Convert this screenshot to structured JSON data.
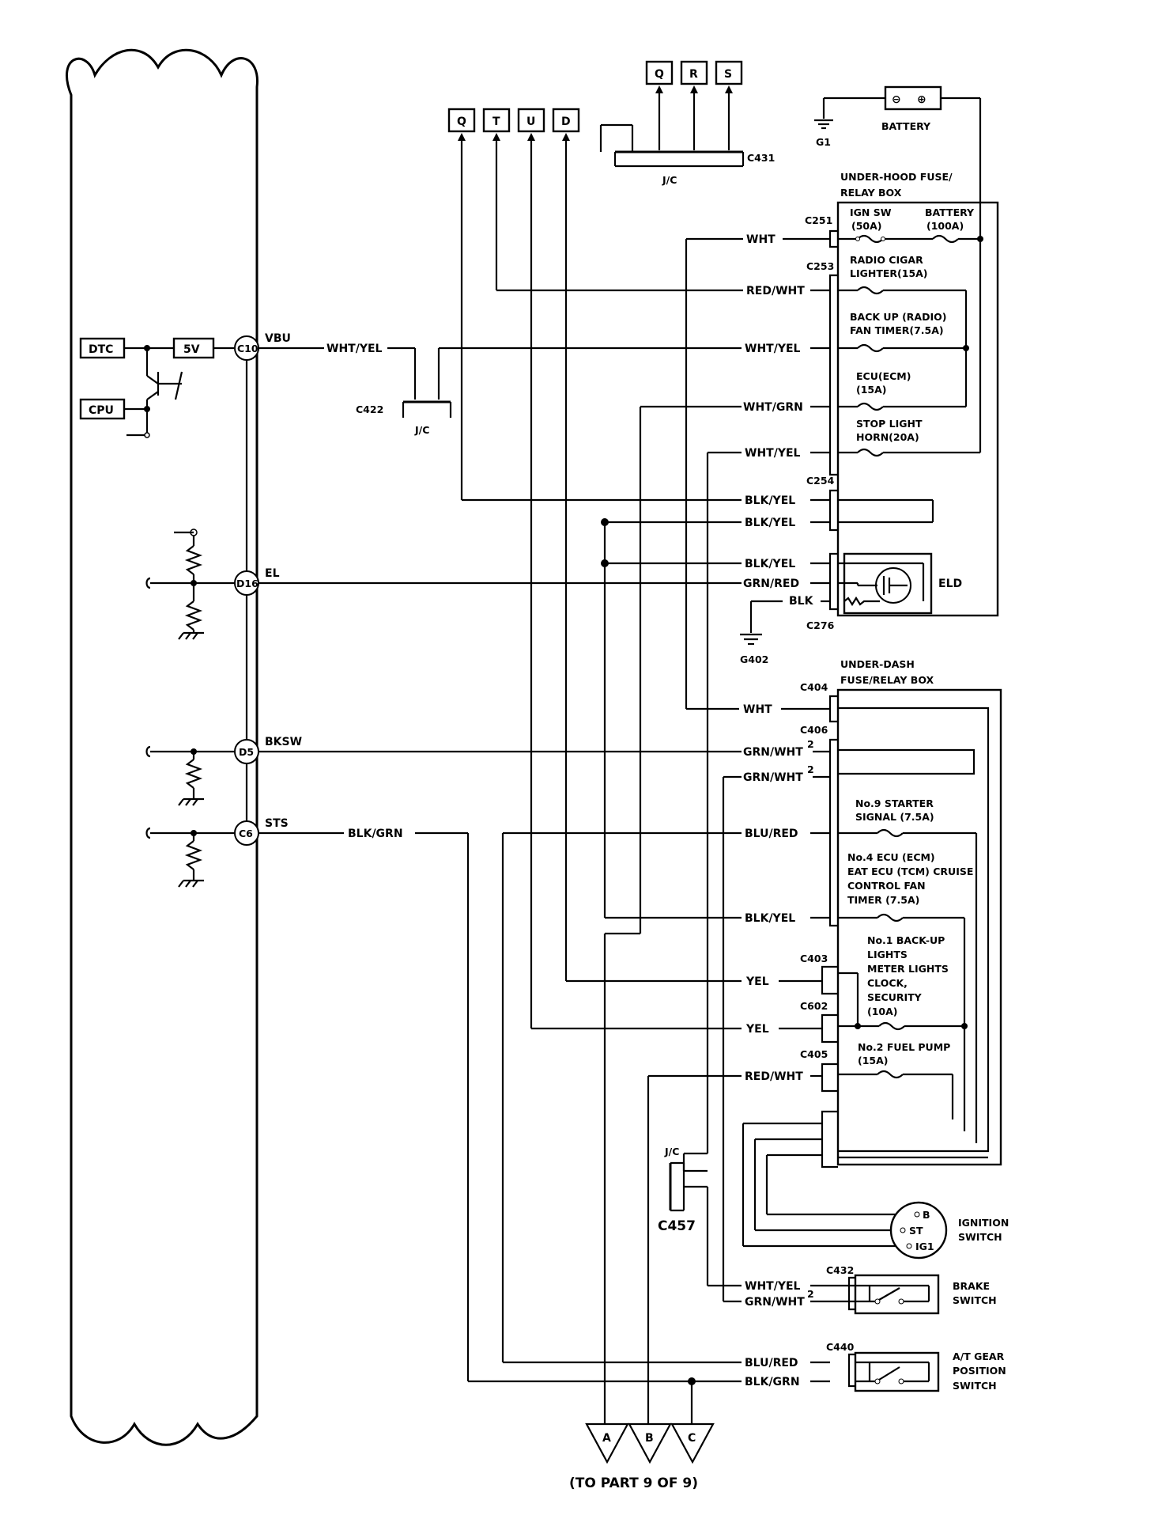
{
  "ecm_pins": [
    {
      "pin": "C10",
      "signal": "VBU"
    },
    {
      "pin": "D16",
      "signal": "EL"
    },
    {
      "pin": "D5",
      "signal": "BKSW"
    },
    {
      "pin": "C6",
      "signal": "STS"
    }
  ],
  "internal": {
    "dtc": "DTC",
    "cpu": "CPU",
    "five_v": "5V"
  },
  "top_connectors": [
    "Q",
    "T",
    "U",
    "D"
  ],
  "top_connectors_2": [
    "Q",
    "R",
    "S"
  ],
  "jc_labels": {
    "c431": "C431",
    "c422": "C422",
    "c457": "C457",
    "jc": "J/C"
  },
  "battery": {
    "label": "BATTERY",
    "ground": "G1",
    "minus": "⊖",
    "plus": "⊕"
  },
  "under_hood": {
    "title1": "UNDER-HOOD FUSE/",
    "title2": "RELAY BOX",
    "fuses": [
      [
        "IGN SW",
        "(50A)"
      ],
      [
        "BATTERY",
        "(100A)"
      ],
      [
        "RADIO CIGAR",
        "LIGHTER(15A)"
      ],
      [
        "BACK UP (RADIO)",
        "FAN TIMER(7.5A)"
      ],
      [
        "ECU(ECM)",
        "(15A)"
      ],
      [
        "STOP LIGHT",
        "HORN(20A)"
      ]
    ],
    "eld": "ELD"
  },
  "under_dash": {
    "title1": "UNDER-DASH",
    "title2": "FUSE/RELAY BOX",
    "fuses": [
      [
        "No.9 STARTER",
        "SIGNAL (7.5A)"
      ],
      [
        "No.4 ECU (ECM)",
        "EAT ECU (TCM) CRUISE",
        "CONTROL FAN",
        "TIMER (7.5A)"
      ],
      [
        "No.1 BACK-UP",
        "LIGHTS",
        "METER LIGHTS",
        "CLOCK,",
        "SECURITY",
        "(10A)"
      ],
      [
        "No.2  FUEL  PUMP",
        "(15A)"
      ]
    ]
  },
  "wires": {
    "wht_yel": "WHT/YEL",
    "wht": "WHT",
    "red_wht": "RED/WHT",
    "wht_grn": "WHT/GRN",
    "blk_yel": "BLK/YEL",
    "grn_red": "GRN/RED",
    "blk": "BLK",
    "grn_wht": "GRN/WHT",
    "blu_red": "BLU/RED",
    "yel": "YEL",
    "blk_grn": "BLK/GRN",
    "sup2": "2"
  },
  "connectors": {
    "c251": "C251",
    "c253": "C253",
    "c254": "C254",
    "c276": "C276",
    "c404": "C404",
    "c406": "C406",
    "c403": "C403",
    "c602": "C602",
    "c405": "C405",
    "c432": "C432",
    "c440": "C440"
  },
  "grounds": {
    "g402": "G402"
  },
  "ignition": {
    "b": "B",
    "st": "ST",
    "ig1": "IG1",
    "label1": "IGNITION",
    "label2": "SWITCH"
  },
  "brake": {
    "label1": "BRAKE",
    "label2": "SWITCH"
  },
  "at_gear": {
    "label1": "A/T GEAR",
    "label2": "POSITION",
    "label3": "SWITCH"
  },
  "bottom": {
    "a": "A",
    "b": "B",
    "c": "C",
    "note": "(TO PART 9 OF 9)"
  }
}
